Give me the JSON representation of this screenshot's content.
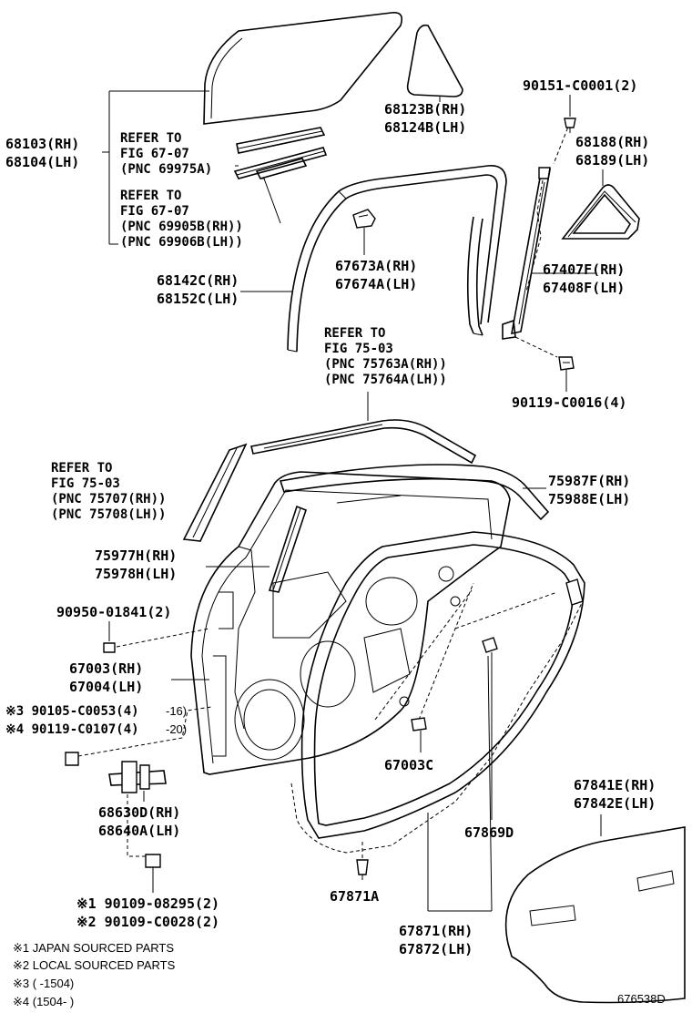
{
  "labels": {
    "p68103": "68103(RH)",
    "p68104": "68104(LH)",
    "ref1_a": "REFER TO",
    "ref1_b": "FIG 67-07",
    "ref1_c": "(PNC 69975A)",
    "ref2_a": "REFER TO",
    "ref2_b": "FIG 67-07",
    "ref2_c": "(PNC 69905B(RH))",
    "ref2_d": "(PNC 69906B(LH))",
    "p68123": "68123B(RH)",
    "p68124": "68124B(LH)",
    "p90151": "90151-C0001(2)",
    "p68188": "68188(RH)",
    "p68189": "68189(LH)",
    "p68142": "68142C(RH)",
    "p68152": "68152C(LH)",
    "p67673": "67673A(RH)",
    "p67674": "67674A(LH)",
    "p67407": "67407F(RH)",
    "p67408": "67408F(LH)",
    "ref3_a": "REFER TO",
    "ref3_b": "FIG 75-03",
    "ref3_c": "(PNC 75763A(RH))",
    "ref3_d": "(PNC 75764A(LH))",
    "p90119a": "90119-C0016(4)",
    "ref4_a": "REFER TO",
    "ref4_b": "FIG 75-03",
    "ref4_c": "(PNC 75707(RH))",
    "ref4_d": "(PNC 75708(LH))",
    "p75987": "75987F(RH)",
    "p75988": "75988E(LH)",
    "p75977": "75977H(RH)",
    "p75978": "75978H(LH)",
    "p90950": "90950-01841(2)",
    "p67003": "67003(RH)",
    "p67004": "67004(LH)",
    "p90105": "※3 90105-C0053(4)",
    "p90105_sub": "-16)",
    "p90119b": "※4 90119-C0107(4)",
    "p90119b_sub": "-20)",
    "p67003c": "67003C",
    "p68630": "68630D(RH)",
    "p68640": "68640A(LH)",
    "p67869": "67869D",
    "p67841": "67841E(RH)",
    "p67842": "67842E(LH)",
    "p90109a": "※1 90109-08295(2)",
    "p90109b": "※2 90109-C0028(2)",
    "p67871a": "67871A",
    "p67871": "67871(RH)",
    "p67872": "67872(LH)",
    "note1": "※1 JAPAN SOURCED PARTS",
    "note2": "※2 LOCAL SOURCED PARTS",
    "note3": "※3 (     -1504)",
    "note4": "※4 (1504-     )",
    "diagram_id": "676538D"
  }
}
